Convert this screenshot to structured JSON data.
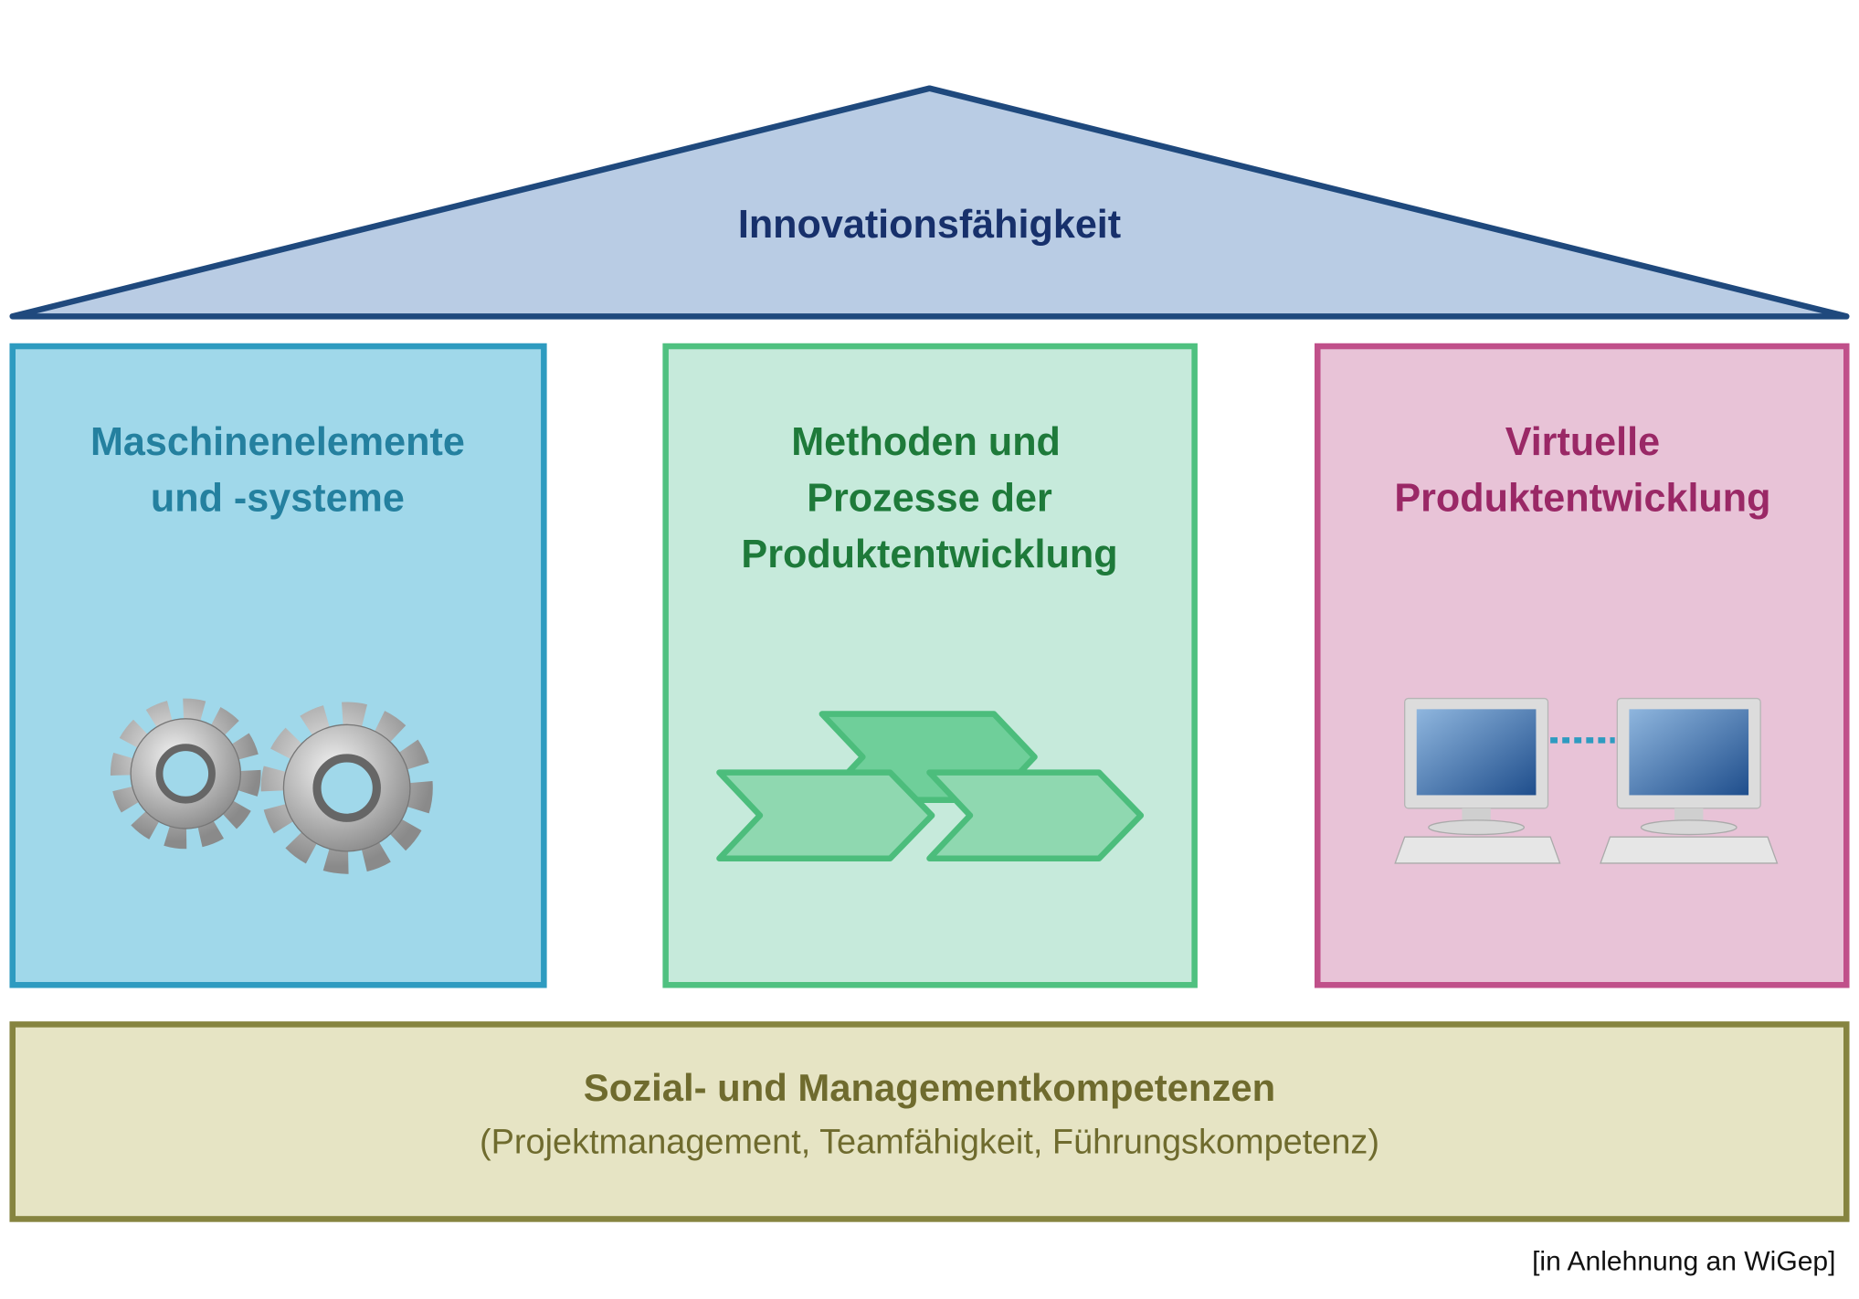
{
  "roof": {
    "title": "Innovationsfähigkeit"
  },
  "pillars": [
    {
      "lines": [
        "Maschinenelemente",
        "und -systeme"
      ],
      "icon": "gears-icon"
    },
    {
      "lines": [
        "Methoden und",
        "Prozesse der",
        "Produktentwicklung"
      ],
      "icon": "process-chevrons-icon"
    },
    {
      "lines": [
        "Virtuelle",
        "Produktentwicklung"
      ],
      "icon": "networked-computers-icon"
    }
  ],
  "foundation": {
    "title": "Sozial- und Managementkompetenzen",
    "subtitle": "(Projektmanagement, Teamfähigkeit, Führungskompetenz)"
  },
  "source_note": "[in Anlehnung an WiGep]",
  "colors": {
    "roof_fill": "#b9cce4",
    "roof_stroke": "#1f497d",
    "roof_text": "#17306b",
    "pillar1_fill": "#a0d8ea",
    "pillar1_stroke": "#2e9bc0",
    "pillar1_text": "#24809f",
    "pillar2_fill": "#c6eadb",
    "pillar2_stroke": "#4fc180",
    "pillar2_text": "#1e7a3a",
    "pillar3_fill": "#e8c3d7",
    "pillar3_stroke": "#c0508a",
    "pillar3_text": "#9a2866",
    "foundation_fill": "#e6e4c4",
    "foundation_stroke": "#868440",
    "foundation_text": "#6f6b2e"
  }
}
